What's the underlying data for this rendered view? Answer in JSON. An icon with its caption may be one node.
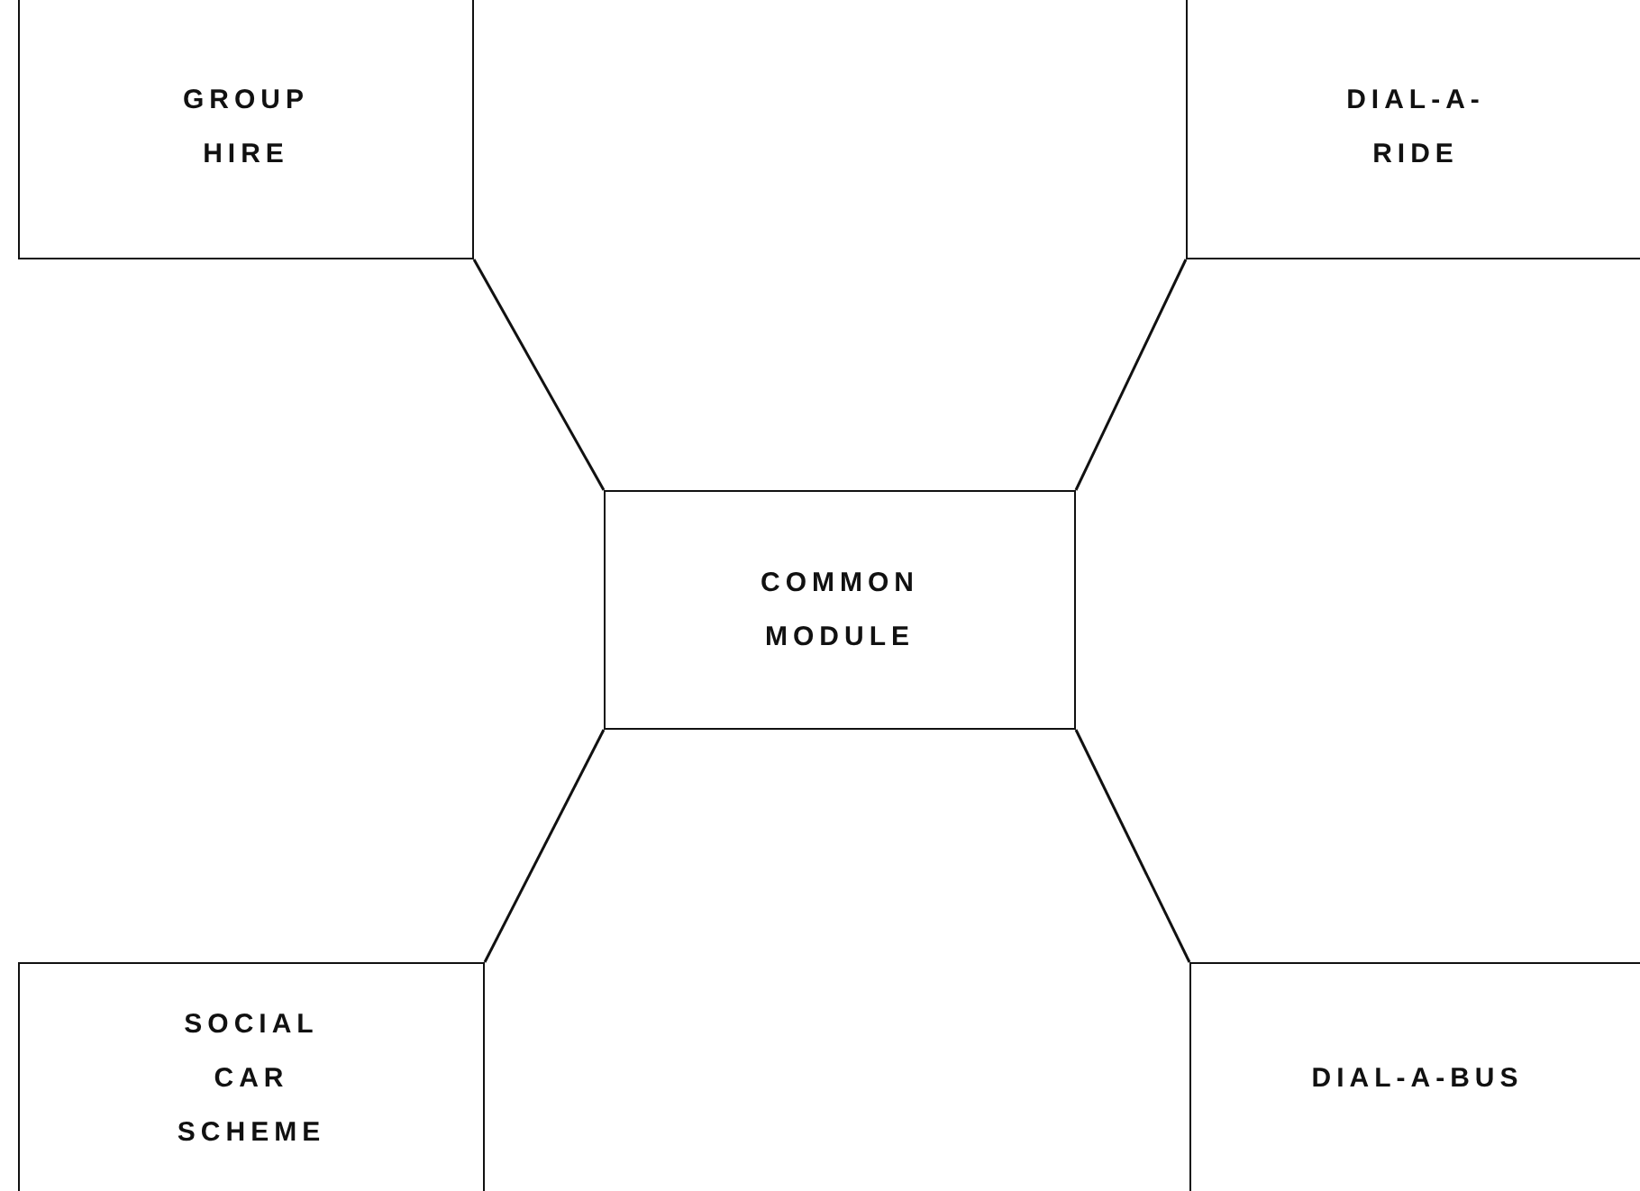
{
  "diagram": {
    "nodes": [
      {
        "text": [
          "GROUP HIRE"
        ]
      },
      {
        "text": [
          "DIAL-A-RIDE"
        ]
      },
      {
        "text": [
          "COMMON MODULE"
        ]
      },
      {
        "text": [
          "SOCIAL CAR SCHEME"
        ]
      },
      {
        "text": [
          "DIAL-A-BUS"
        ]
      }
    ],
    "edges": [
      {
        "from": 0,
        "to": 2,
        "arrow": "none"
      },
      {
        "from": 1,
        "to": 2,
        "arrow": "none"
      },
      {
        "from": 2,
        "to": 3,
        "arrow": "none"
      },
      {
        "from": 2,
        "to": 4,
        "arrow": "none"
      }
    ]
  }
}
